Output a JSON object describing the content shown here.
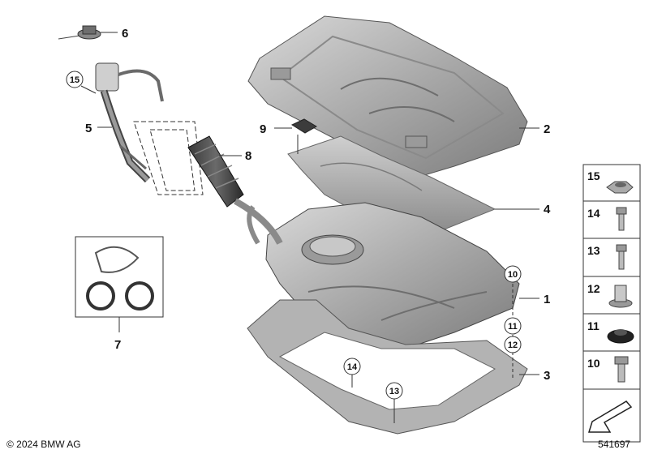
{
  "copyright": "© 2024 BMW AG",
  "diagram_id": "541697",
  "callouts": {
    "c1": "1",
    "c2": "2",
    "c3": "3",
    "c4": "4",
    "c5": "5",
    "c6": "6",
    "c7": "7",
    "c8": "8",
    "c9": "9"
  },
  "circled": {
    "n10": "10",
    "n11": "11",
    "n12": "12",
    "n13": "13",
    "n14": "14",
    "n15": "15"
  },
  "legend": [
    "15",
    "14",
    "13",
    "12",
    "11",
    "10"
  ]
}
